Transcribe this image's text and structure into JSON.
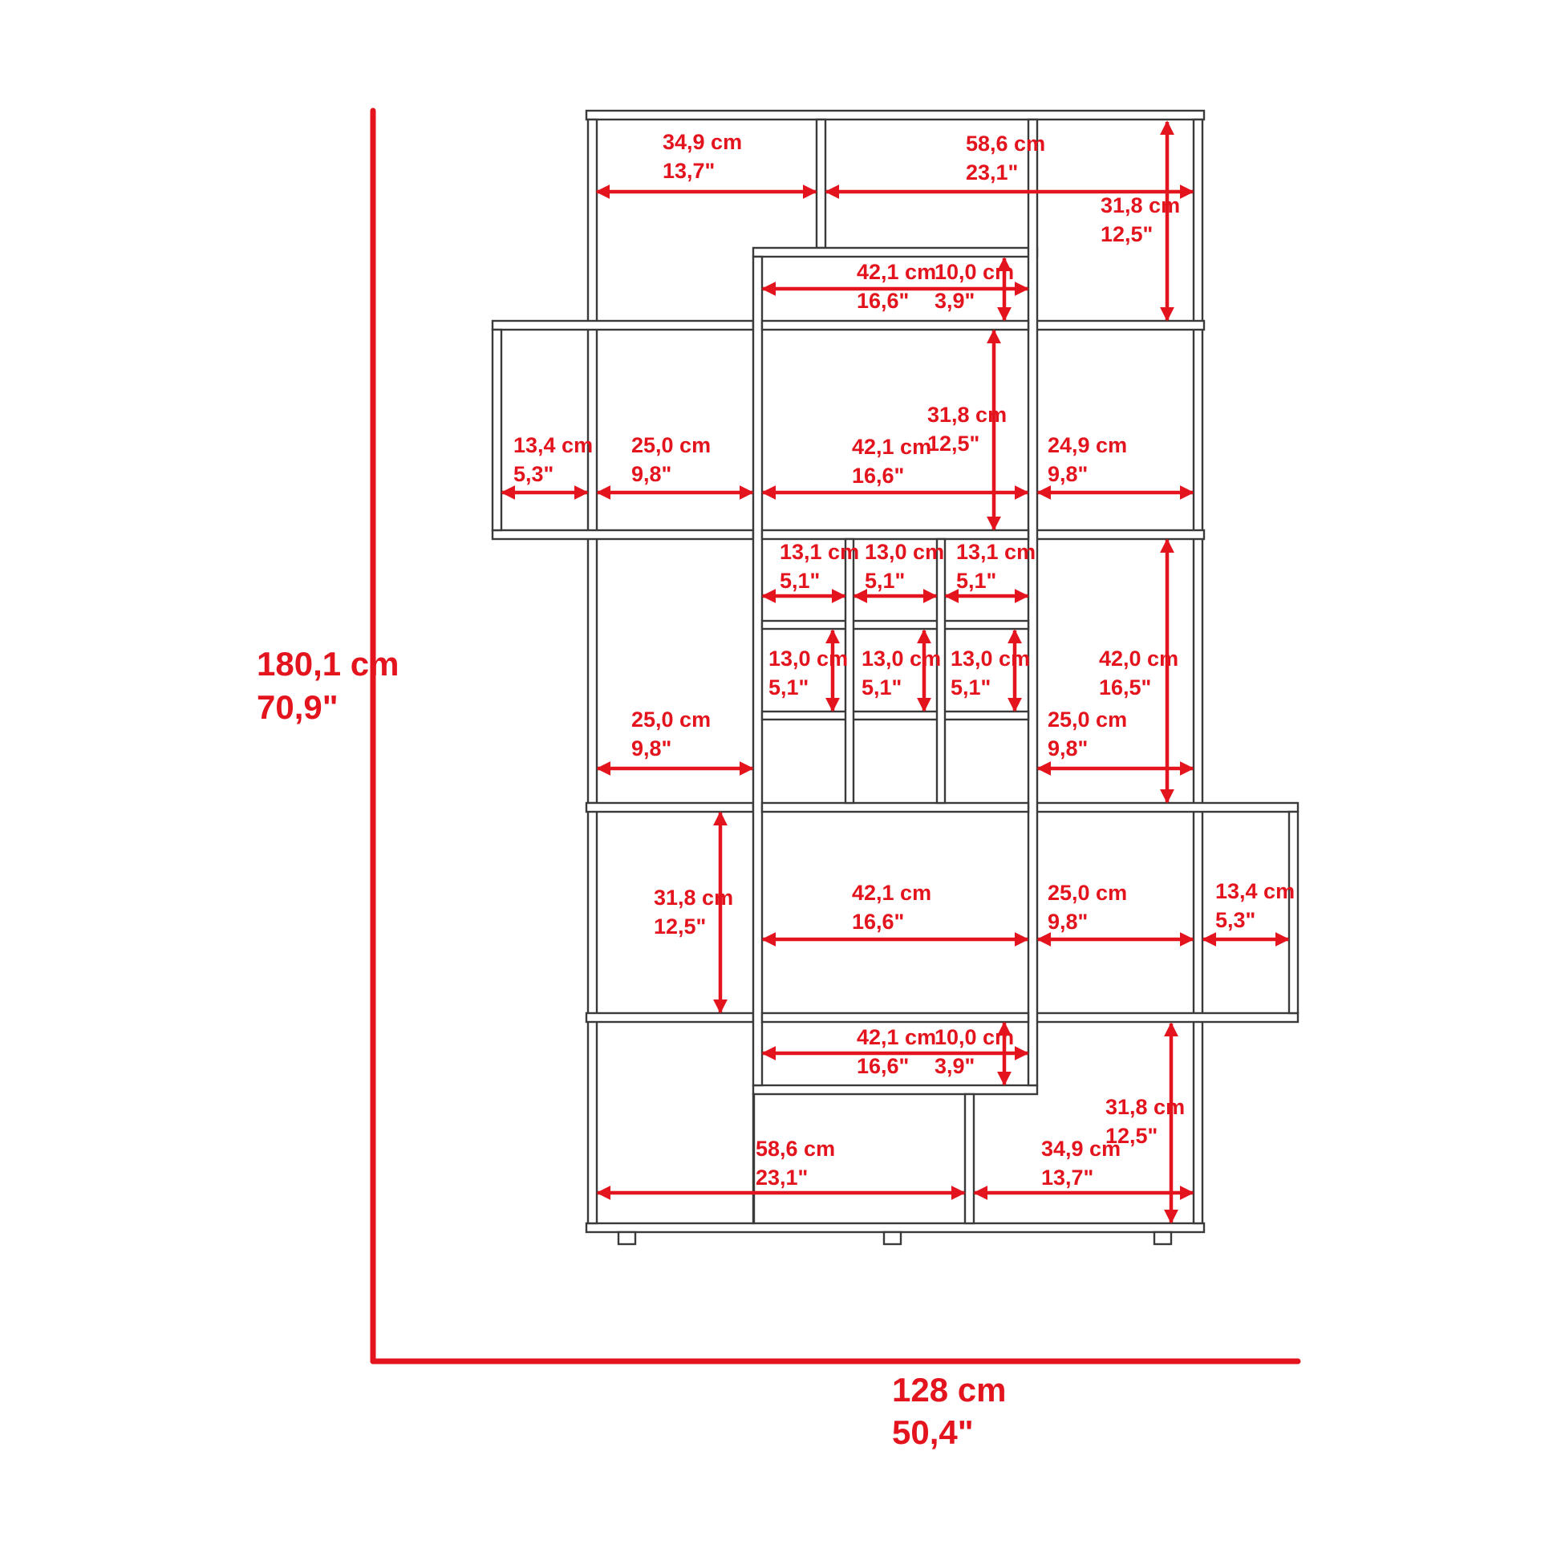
{
  "accent_color": "#e3141d",
  "line_color": "#3a3a3a",
  "overall": {
    "height": {
      "cm": "180,1 cm",
      "in": "70,9\""
    },
    "width": {
      "cm": "128 cm",
      "in": "50,4\""
    }
  },
  "labels": [
    {
      "id": "top-left-width",
      "cm": "34,9 cm",
      "in": "13,7\""
    },
    {
      "id": "top-right-width",
      "cm": "58,6 cm",
      "in": "23,1\""
    },
    {
      "id": "top-right-height",
      "cm": "31,8 cm",
      "in": "12,5\""
    },
    {
      "id": "center-top-width",
      "cm": "42,1 cm",
      "in": "16,6\""
    },
    {
      "id": "center-top-height",
      "cm": "10,0 cm",
      "in": "3,9\""
    },
    {
      "id": "center-upper-height",
      "cm": "31,8 cm",
      "in": "12,5\""
    },
    {
      "id": "left-wing-width",
      "cm": "13,4 cm",
      "in": "5,3\""
    },
    {
      "id": "row2-left-width",
      "cm": "25,0 cm",
      "in": "9,8\""
    },
    {
      "id": "row2-center-width",
      "cm": "42,1 cm",
      "in": "16,6\""
    },
    {
      "id": "row2-right-width",
      "cm": "24,9 cm",
      "in": "9,8\""
    },
    {
      "id": "cube-r1-c1-width",
      "cm": "13,1 cm",
      "in": "5,1\""
    },
    {
      "id": "cube-r1-c2-width",
      "cm": "13,0 cm",
      "in": "5,1\""
    },
    {
      "id": "cube-r1-c3-width",
      "cm": "13,1 cm",
      "in": "5,1\""
    },
    {
      "id": "cube-r2-c1-height",
      "cm": "13,0 cm",
      "in": "5,1\""
    },
    {
      "id": "cube-r2-c2-height",
      "cm": "13,0 cm",
      "in": "5,1\""
    },
    {
      "id": "cube-r2-c3-height",
      "cm": "13,0 cm",
      "in": "5,1\""
    },
    {
      "id": "row3-right-height",
      "cm": "42,0 cm",
      "in": "16,5\""
    },
    {
      "id": "row3-left-width",
      "cm": "25,0 cm",
      "in": "9,8\""
    },
    {
      "id": "row3-right-width",
      "cm": "25,0 cm",
      "in": "9,8\""
    },
    {
      "id": "row4-left-height",
      "cm": "31,8 cm",
      "in": "12,5\""
    },
    {
      "id": "row4-center-width",
      "cm": "42,1 cm",
      "in": "16,6\""
    },
    {
      "id": "row4-right-width",
      "cm": "25,0 cm",
      "in": "9,8\""
    },
    {
      "id": "right-wing-width",
      "cm": "13,4 cm",
      "in": "5,3\""
    },
    {
      "id": "center-bottom-width",
      "cm": "42,1 cm",
      "in": "16,6\""
    },
    {
      "id": "center-bottom-height",
      "cm": "10,0 cm",
      "in": "3,9\""
    },
    {
      "id": "bottom-right-height",
      "cm": "31,8 cm",
      "in": "12,5\""
    },
    {
      "id": "bottom-left-width",
      "cm": "58,6 cm",
      "in": "23,1\""
    },
    {
      "id": "bottom-right-width",
      "cm": "34,9 cm",
      "in": "13,7\""
    }
  ]
}
